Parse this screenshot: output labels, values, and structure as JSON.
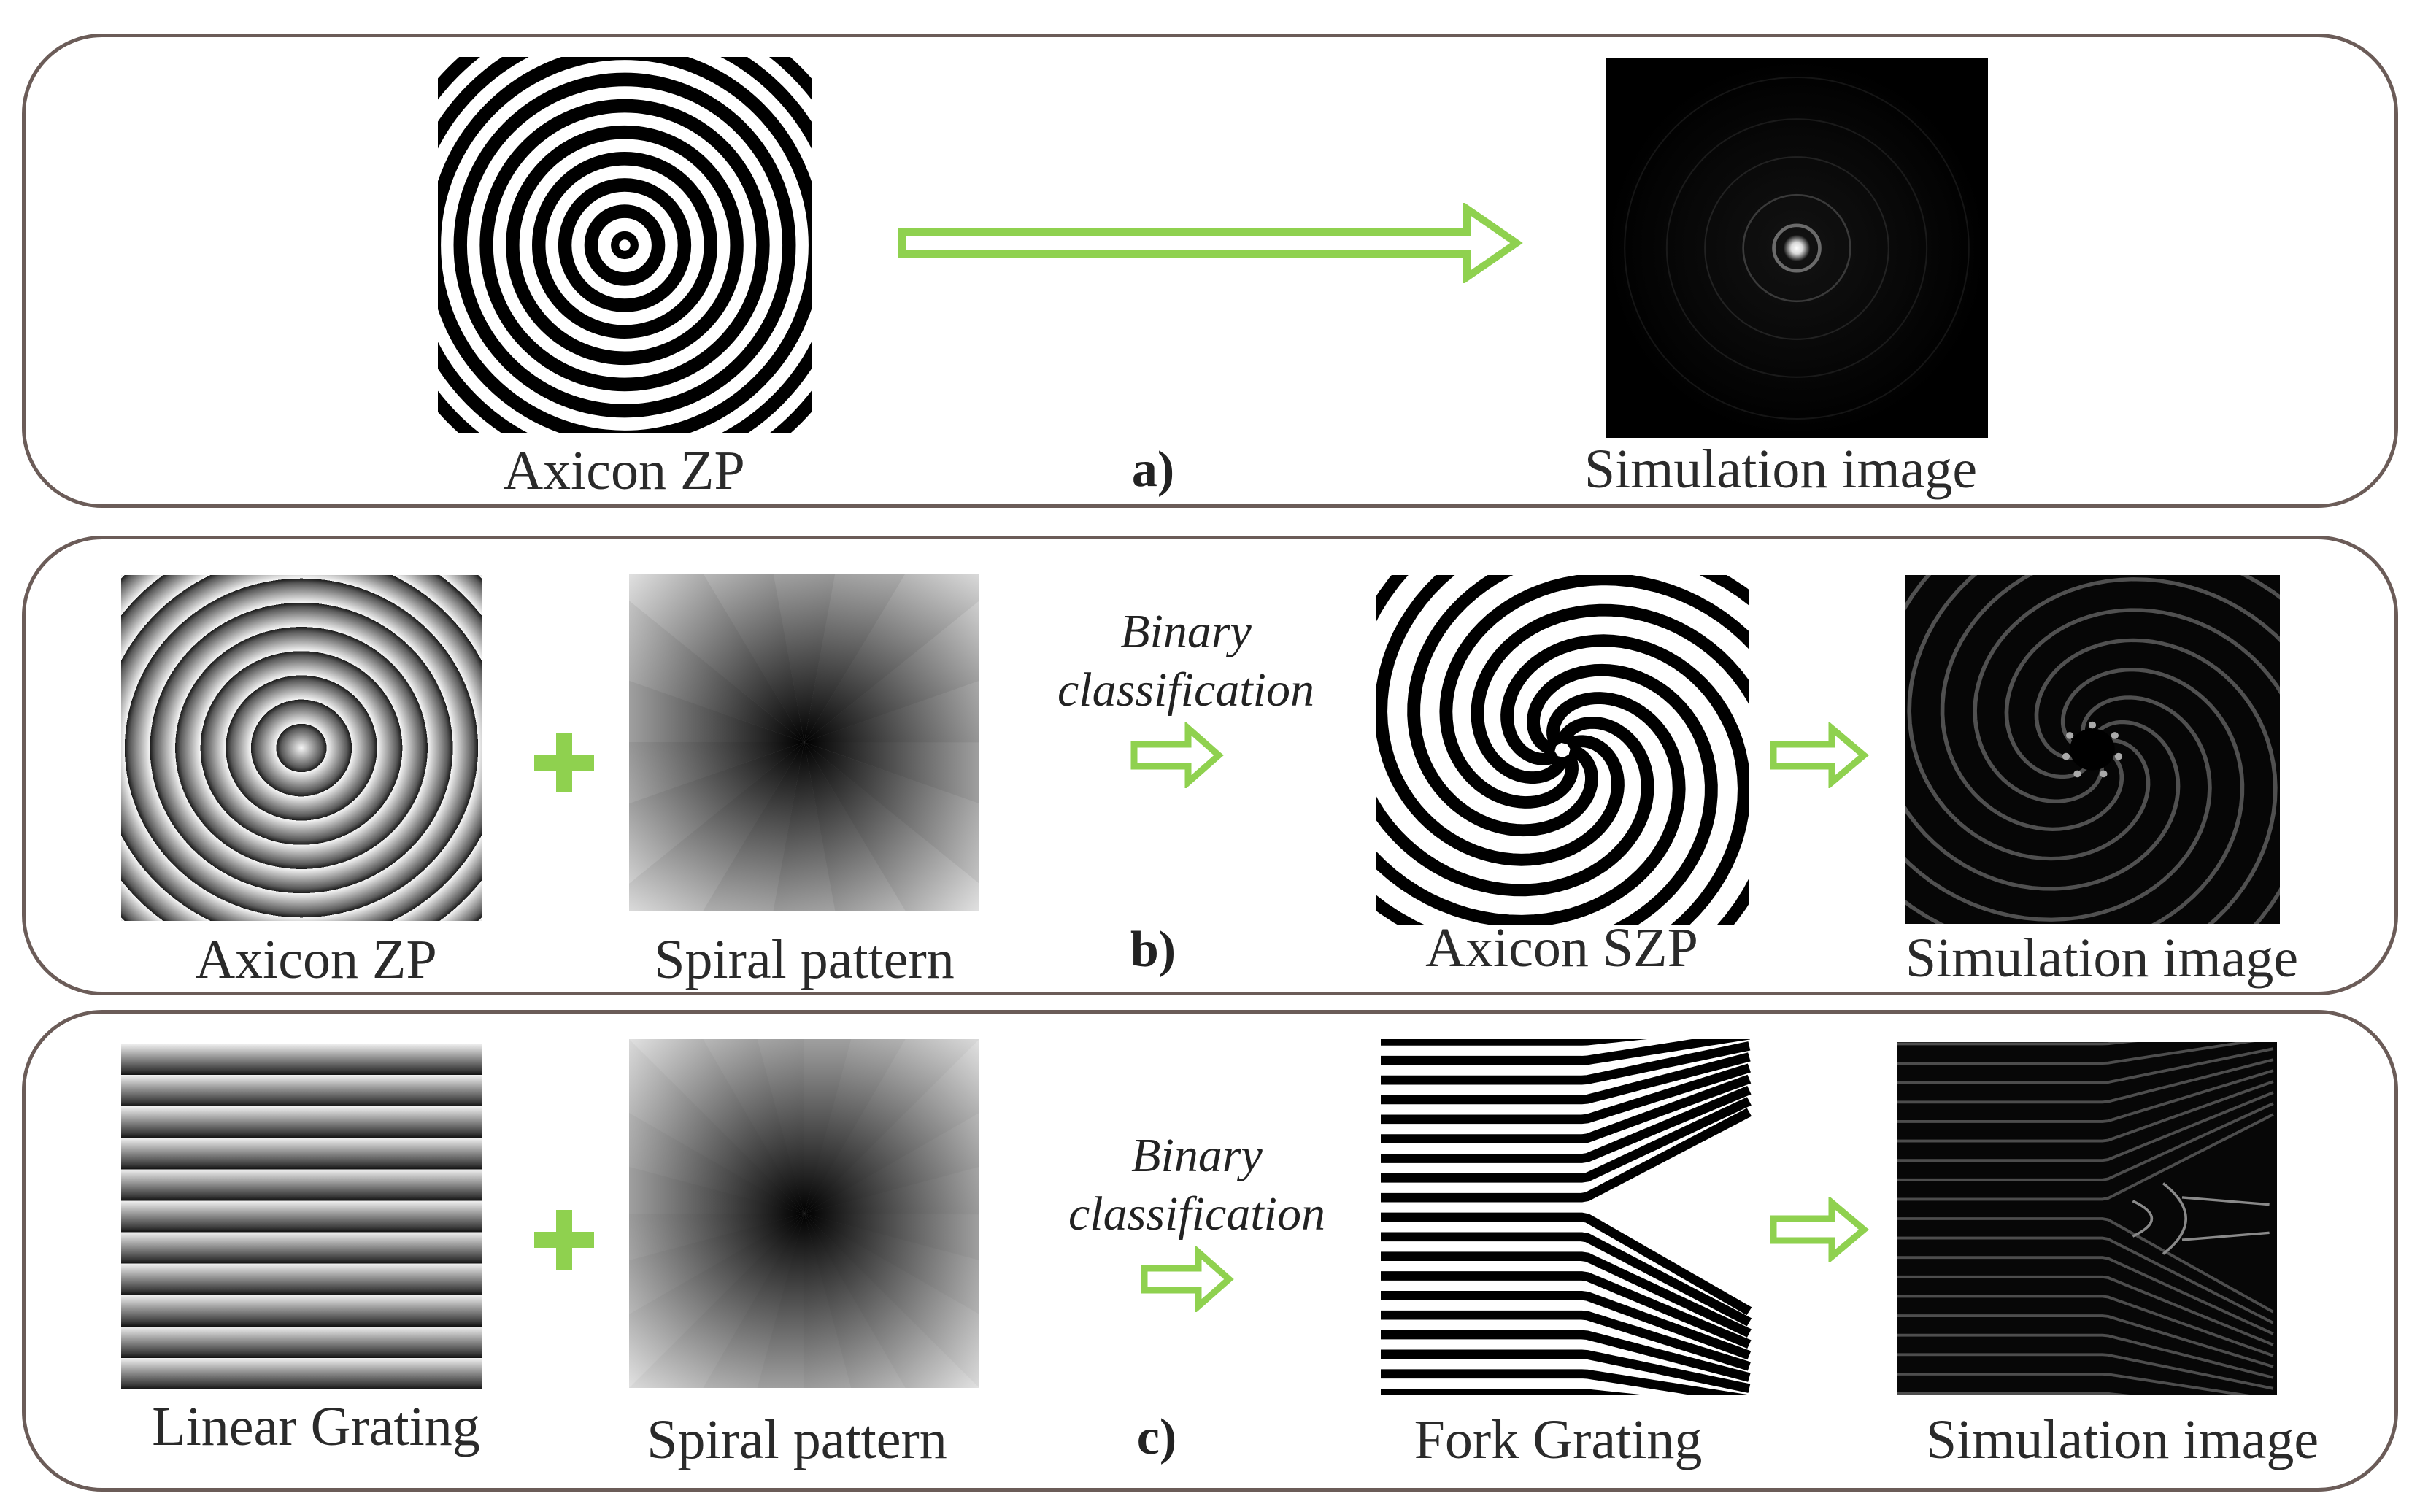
{
  "panel_a": {
    "tag": "a)",
    "input_label": "Axicon ZP",
    "output_label": "Simulation image"
  },
  "panel_b": {
    "tag": "b)",
    "input1_label": "Axicon ZP",
    "input2_label": "Spiral pattern",
    "operation_line1": "Binary",
    "operation_line2": "classification",
    "result_label": "Axicon SZP",
    "output_label": "Simulation image"
  },
  "panel_c": {
    "tag": "c)",
    "input1_label": "Linear Grating",
    "input2_label": "Spiral pattern",
    "operation_line1": "Binary",
    "operation_line2": "classification",
    "result_label": "Fork Grating",
    "output_label": "Simulation image"
  },
  "colors": {
    "arrow": "#8fd14f",
    "border": "#6b5c58"
  },
  "icons": [
    "plus-icon",
    "right-arrow-icon"
  ]
}
